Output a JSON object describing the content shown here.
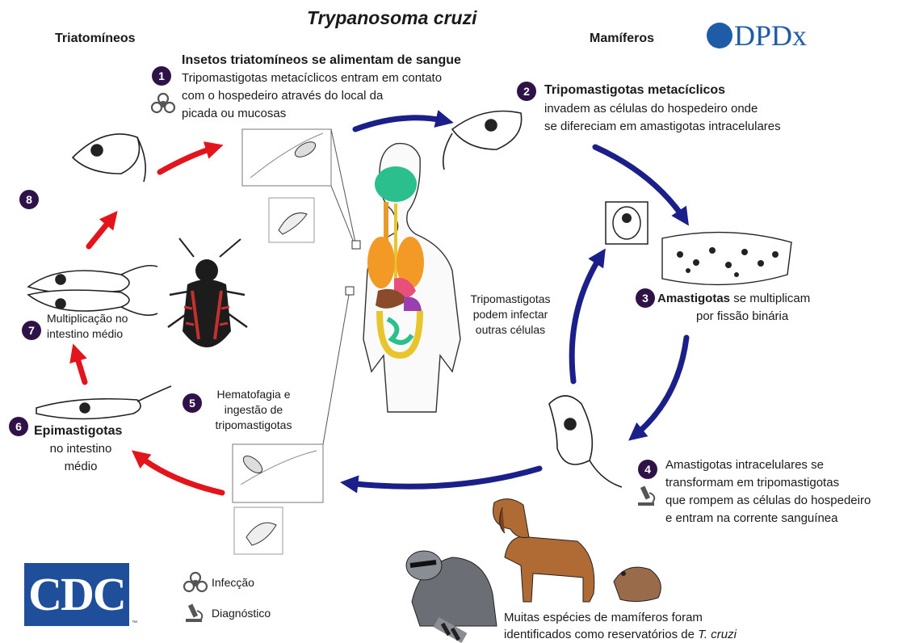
{
  "title": "Trypanosoma cruzi",
  "headers": {
    "left": "Triatomíneos",
    "right": "Mamíferos"
  },
  "logos": {
    "dpdx": "DPDx",
    "cdc": "CDC",
    "cdc_tm": "™"
  },
  "steps": {
    "s1": {
      "num": "1",
      "title": "Insetos triatomíneos se alimentam de sangue",
      "line1": "Tripomastigotas metacíclicos entram em contato",
      "line2": "com o hospedeiro através do local da",
      "line3": "picada ou mucosas"
    },
    "s2": {
      "num": "2",
      "title": "Tripomastigotas metacíclicos",
      "line1": "invadem as células do hospedeiro onde",
      "line2": "se difereciam  em amastigotas intracelulares"
    },
    "s3": {
      "num": "3",
      "bold": "Amastigotas",
      "rest": " se multiplicam",
      "line2": "por fissão binária"
    },
    "s4": {
      "num": "4",
      "line1": "Amastigotas intracelulares se",
      "line2": "transformam em tripomastigotas",
      "line3": "que rompem as células do hospedeiro",
      "line4": "e entram na corrente sanguínea"
    },
    "s5": {
      "num": "5",
      "line1": "Hematofagia e",
      "line2": "ingestão de",
      "line3": "tripomastigotas"
    },
    "s6": {
      "num": "6",
      "bold": "Epimastigotas",
      "line2": "no intestino",
      "line3": "médio"
    },
    "s7": {
      "num": "7",
      "line1": "Multiplicação no",
      "line2": "intestino médio"
    },
    "s8": {
      "num": "8"
    }
  },
  "center_note": {
    "line1": "Tripomastigotas",
    "line2": "podem infectar",
    "line3": "outras células"
  },
  "reservoirs": {
    "line1": "Muitas espécies de mamíferos foram",
    "line2_prefix": "identificados como reservatórios de ",
    "line2_italic": "T. cruzi"
  },
  "legend": {
    "infection": "Infecção",
    "diagnostic": "Diagnóstico"
  },
  "colors": {
    "insect_arrow": "#e3141b",
    "mammal_arrow": "#1b1f8a",
    "number_badge": "#2e1248",
    "cdc_blue": "#1f4e9a"
  },
  "icons": {
    "infection": "biohazard-icon",
    "diagnostic": "microscope-icon"
  }
}
